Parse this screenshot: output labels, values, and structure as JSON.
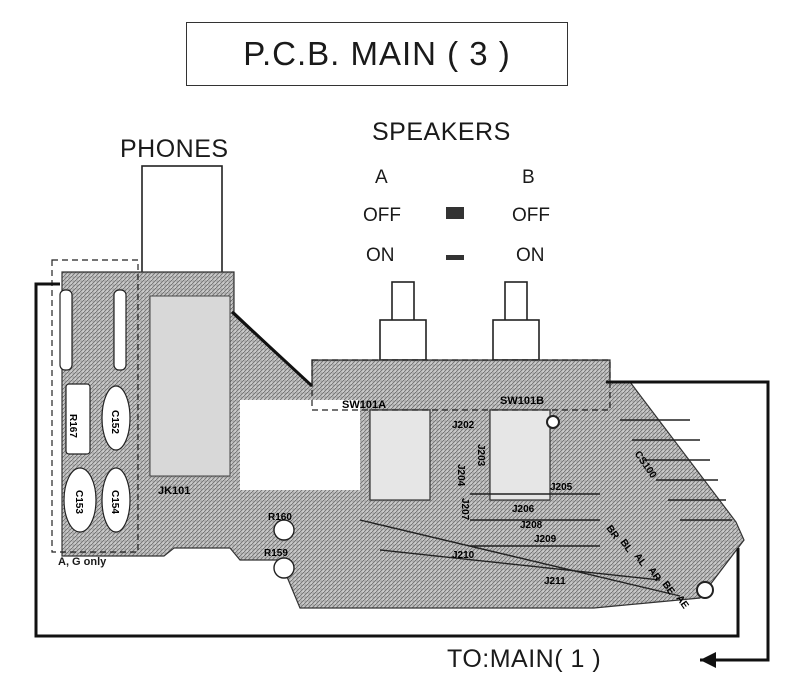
{
  "title": "P.C.B. MAIN ( 3 )",
  "labels": {
    "phones": "PHONES",
    "speakers": "SPEAKERS",
    "col_a": "A",
    "col_b": "B",
    "off_a": "OFF",
    "off_b": "OFF",
    "on_a": "ON",
    "on_b": "ON",
    "to_main": "TO:MAIN( 1 )",
    "a_g_only": "A, G only"
  },
  "components": {
    "jk101": "JK101",
    "sw101a": "SW101A",
    "sw101b": "SW101B",
    "r160": "R160",
    "r159": "R159",
    "r167": "R167",
    "c152": "C152",
    "c153": "C153",
    "c154": "C154",
    "cs100": "CS100",
    "j202": "J202",
    "j203": "J203",
    "j204": "J204",
    "j205": "J205",
    "j206": "J206",
    "j207": "J207",
    "j208": "J208",
    "j209": "J209",
    "j210": "J210",
    "j211": "J211"
  },
  "connector_pins": [
    "BR",
    "BL",
    "AL",
    "AR",
    "BE",
    "AE"
  ],
  "colors": {
    "ink": "#1a1a1a",
    "board_fill": "#9a9a9a"
  }
}
